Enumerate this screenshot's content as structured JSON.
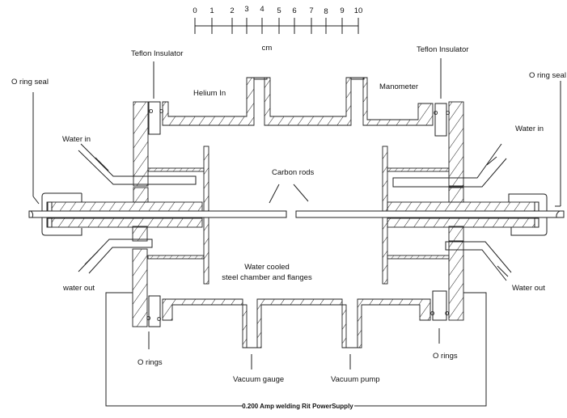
{
  "scale_bar": {
    "ticks": [
      "0",
      "1",
      "2",
      "3",
      "4",
      "5",
      "6",
      "7",
      "8",
      "9",
      "10"
    ],
    "unit": "cm"
  },
  "labels": {
    "teflon_left": "Teflon Insulator",
    "teflon_right": "Teflon Insulator",
    "oring_seal_left": "O ring seal",
    "oring_seal_right": "O ring seal",
    "helium_in": "Helium In",
    "manometer": "Manometer",
    "water_in_left": "Water in",
    "water_in_right": "Water in",
    "water_out_left": "water out",
    "water_out_right": "Water out",
    "carbon_rods": "Carbon rods",
    "chamber_line1": "Water cooled",
    "chamber_line2": "steel chamber and flanges",
    "orings_left": "O rings",
    "orings_right": "O rings",
    "vacuum_gauge": "Vacuum gauge",
    "vacuum_pump": "Vacuum pump",
    "power_supply": "0.200 Amp welding Rit PowerSupply"
  },
  "oring_mark": "o"
}
